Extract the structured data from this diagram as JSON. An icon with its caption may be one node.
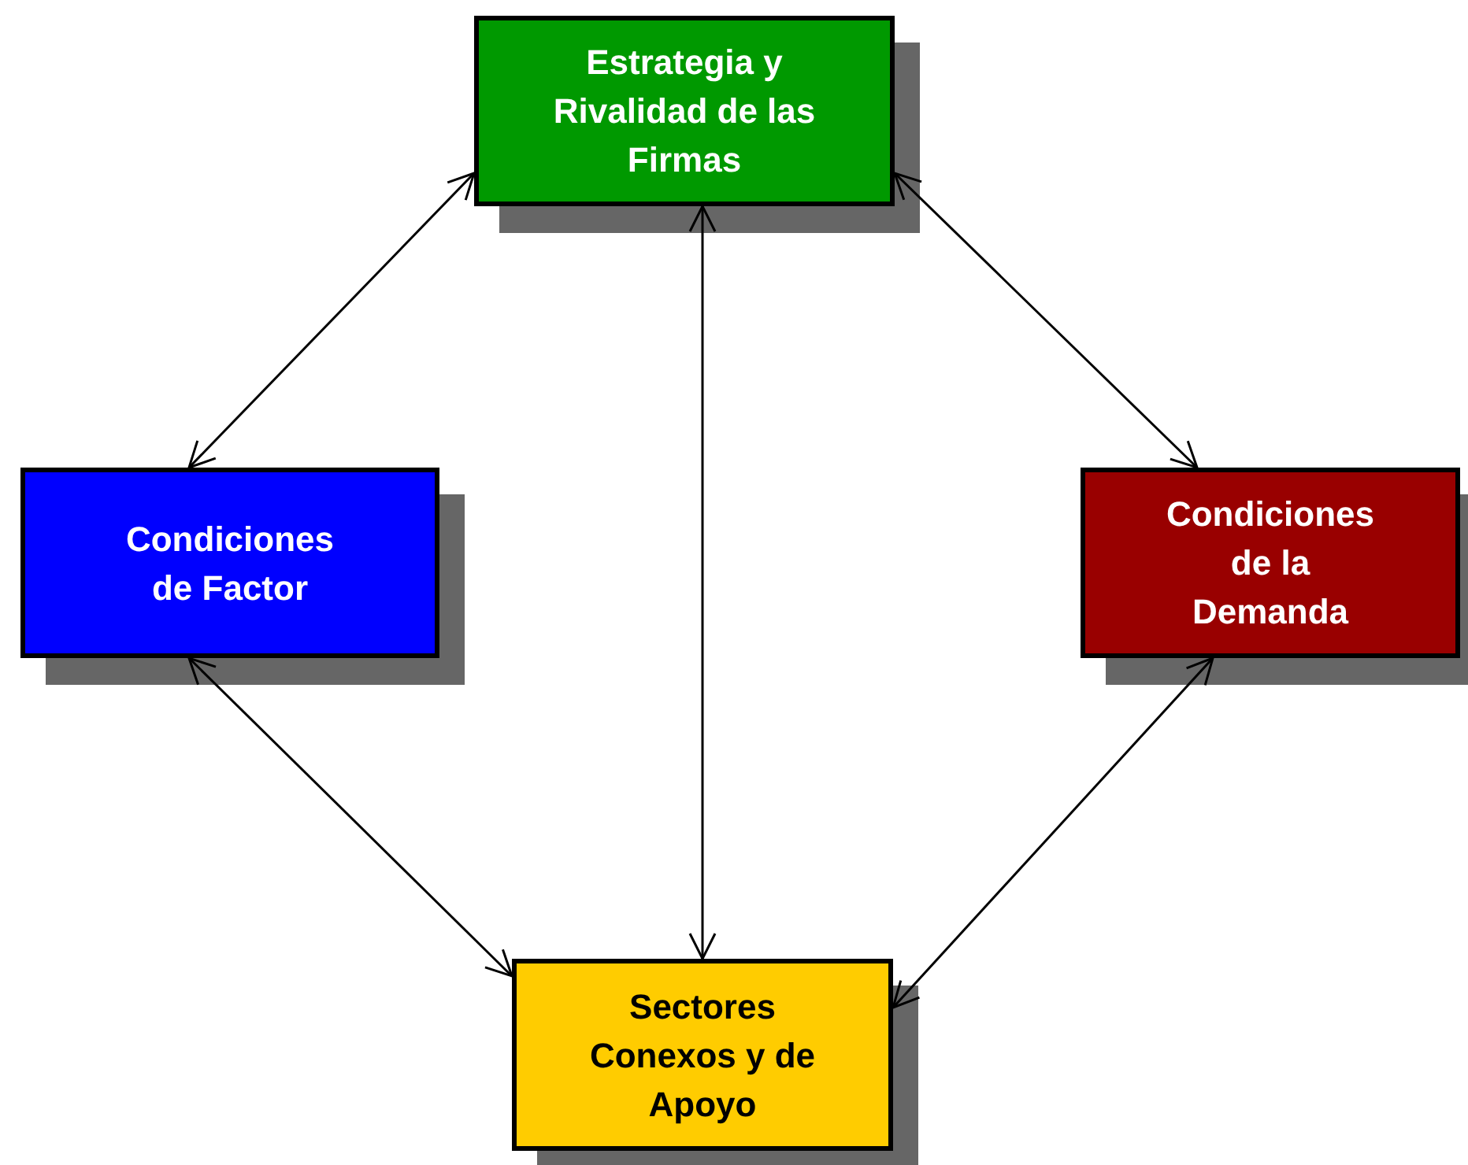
{
  "diagram": {
    "nodes": [
      {
        "text": [
          "Estrategia y Rivalidad de las Firmas"
        ]
      },
      {
        "text": [
          "Condiciones de Factor"
        ]
      },
      {
        "text": [
          "Condiciones de la Demanda"
        ]
      },
      {
        "text": [
          "Sectores Conexos y de Apoyo"
        ]
      }
    ],
    "edges": [
      {
        "from": 1,
        "to": 0,
        "arrow": "both"
      },
      {
        "from": 0,
        "to": 2,
        "arrow": "both"
      },
      {
        "from": 0,
        "to": 3,
        "arrow": "both"
      },
      {
        "from": 1,
        "to": 3,
        "arrow": "both"
      },
      {
        "from": 2,
        "to": 3,
        "arrow": "both"
      }
    ]
  }
}
